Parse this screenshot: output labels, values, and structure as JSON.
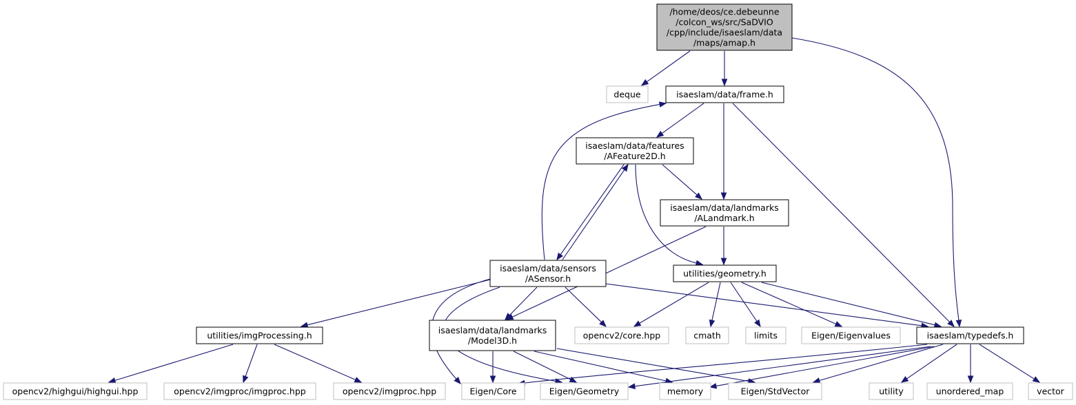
{
  "graph": {
    "nodes": {
      "amap": {
        "lines": [
          "/home/deos/ce.debeunne",
          "/colcon_ws/src/SaDVIO",
          "/cpp/include/isaeslam/data",
          "/maps/amap.h"
        ],
        "kind": "root"
      },
      "deque": {
        "lines": [
          "deque"
        ],
        "kind": "external"
      },
      "frame": {
        "lines": [
          "isaeslam/data/frame.h"
        ],
        "kind": "file"
      },
      "afeature": {
        "lines": [
          "isaeslam/data/features",
          "/AFeature2D.h"
        ],
        "kind": "file"
      },
      "alandmark": {
        "lines": [
          "isaeslam/data/landmarks",
          "/ALandmark.h"
        ],
        "kind": "file"
      },
      "asensor": {
        "lines": [
          "isaeslam/data/sensors",
          "/ASensor.h"
        ],
        "kind": "file"
      },
      "geometry": {
        "lines": [
          "utilities/geometry.h"
        ],
        "kind": "file"
      },
      "imgprocessing": {
        "lines": [
          "utilities/imgProcessing.h"
        ],
        "kind": "file"
      },
      "model3d": {
        "lines": [
          "isaeslam/data/landmarks",
          "/Model3D.h"
        ],
        "kind": "file"
      },
      "cvcore": {
        "lines": [
          "opencv2/core.hpp"
        ],
        "kind": "external"
      },
      "cmath": {
        "lines": [
          "cmath"
        ],
        "kind": "external"
      },
      "limits": {
        "lines": [
          "limits"
        ],
        "kind": "external"
      },
      "eigenvalues": {
        "lines": [
          "Eigen/Eigenvalues"
        ],
        "kind": "external"
      },
      "typedefs": {
        "lines": [
          "isaeslam/typedefs.h"
        ],
        "kind": "file"
      },
      "highgui": {
        "lines": [
          "opencv2/highgui/highgui.hpp"
        ],
        "kind": "external"
      },
      "imgproc_imgproc": {
        "lines": [
          "opencv2/imgproc/imgproc.hpp"
        ],
        "kind": "external"
      },
      "imgproc": {
        "lines": [
          "opencv2/imgproc.hpp"
        ],
        "kind": "external"
      },
      "eigencore": {
        "lines": [
          "Eigen/Core"
        ],
        "kind": "external"
      },
      "eigengeometry": {
        "lines": [
          "Eigen/Geometry"
        ],
        "kind": "external"
      },
      "memory": {
        "lines": [
          "memory"
        ],
        "kind": "external"
      },
      "stdvector": {
        "lines": [
          "Eigen/StdVector"
        ],
        "kind": "external"
      },
      "utility": {
        "lines": [
          "utility"
        ],
        "kind": "external"
      },
      "unordered_map": {
        "lines": [
          "unordered_map"
        ],
        "kind": "external"
      },
      "vector": {
        "lines": [
          "vector"
        ],
        "kind": "external"
      }
    },
    "edges": [
      [
        "amap",
        "deque"
      ],
      [
        "amap",
        "frame"
      ],
      [
        "amap",
        "typedefs"
      ],
      [
        "frame",
        "afeature"
      ],
      [
        "frame",
        "alandmark"
      ],
      [
        "frame",
        "typedefs"
      ],
      [
        "afeature",
        "alandmark"
      ],
      [
        "afeature",
        "asensor"
      ],
      [
        "afeature",
        "geometry"
      ],
      [
        "asensor",
        "frame"
      ],
      [
        "asensor",
        "afeature"
      ],
      [
        "asensor",
        "imgprocessing"
      ],
      [
        "asensor",
        "model3d"
      ],
      [
        "asensor",
        "cvcore"
      ],
      [
        "asensor",
        "typedefs"
      ],
      [
        "asensor",
        "eigencore"
      ],
      [
        "asensor",
        "eigengeometry"
      ],
      [
        "alandmark",
        "geometry"
      ],
      [
        "alandmark",
        "model3d"
      ],
      [
        "geometry",
        "cvcore"
      ],
      [
        "geometry",
        "cmath"
      ],
      [
        "geometry",
        "limits"
      ],
      [
        "geometry",
        "eigenvalues"
      ],
      [
        "geometry",
        "typedefs"
      ],
      [
        "imgprocessing",
        "highgui"
      ],
      [
        "imgprocessing",
        "imgproc_imgproc"
      ],
      [
        "imgprocessing",
        "imgproc"
      ],
      [
        "model3d",
        "eigencore"
      ],
      [
        "model3d",
        "eigengeometry"
      ],
      [
        "model3d",
        "memory"
      ],
      [
        "model3d",
        "stdvector"
      ],
      [
        "typedefs",
        "eigencore"
      ],
      [
        "typedefs",
        "eigengeometry"
      ],
      [
        "typedefs",
        "memory"
      ],
      [
        "typedefs",
        "stdvector"
      ],
      [
        "typedefs",
        "utility"
      ],
      [
        "typedefs",
        "unordered_map"
      ],
      [
        "typedefs",
        "vector"
      ]
    ]
  }
}
